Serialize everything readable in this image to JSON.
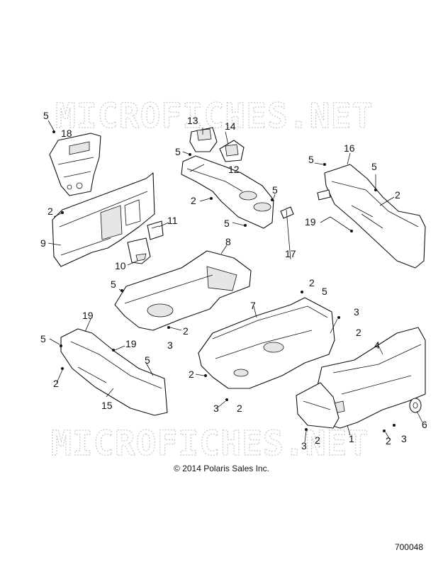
{
  "watermark": "MICROFICHES.NET",
  "copyright": "© 2014 Polaris Sales Inc.",
  "figure_number": "700048",
  "callouts": {
    "c1": "1",
    "c2": "2",
    "c3": "3",
    "c4": "4",
    "c5": "5",
    "c6": "6",
    "c7": "7",
    "c8": "8",
    "c9": "9",
    "c10": "10",
    "c11": "11",
    "c12": "12",
    "c13": "13",
    "c14": "14",
    "c15": "15",
    "c16": "16",
    "c17": "17",
    "c18": "18",
    "c19": "19"
  }
}
